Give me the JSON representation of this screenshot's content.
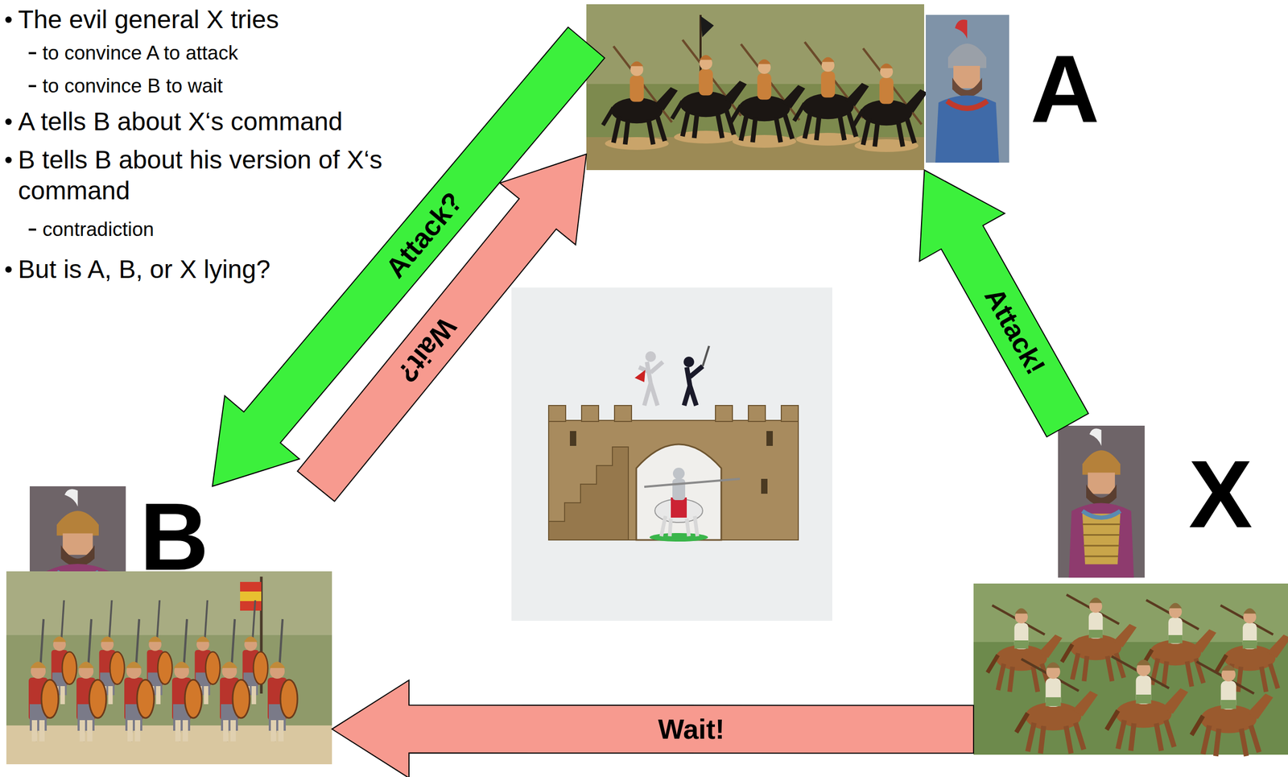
{
  "diagram": {
    "nodes": [
      {
        "text": [
          "A"
        ]
      },
      {
        "text": [
          "X"
        ]
      },
      {
        "text": [
          "B"
        ]
      }
    ],
    "edges": [
      {
        "from": 1,
        "to": 0,
        "arrow": "to",
        "label": "Attack!"
      },
      {
        "from": 0,
        "to": 2,
        "arrow": "to",
        "label": "Attack?"
      },
      {
        "from": 2,
        "to": 0,
        "arrow": "to",
        "label": "Wait?"
      },
      {
        "from": 1,
        "to": 2,
        "arrow": "to",
        "label": "Wait!"
      }
    ],
    "labels": [
      "The evil general X tries",
      "to convince A to attack",
      "to convince B to wait",
      "A tells B about X‘s command",
      "B tells B about his version of X‘s command",
      "contradiction",
      "But is A, B, or X lying?"
    ]
  }
}
